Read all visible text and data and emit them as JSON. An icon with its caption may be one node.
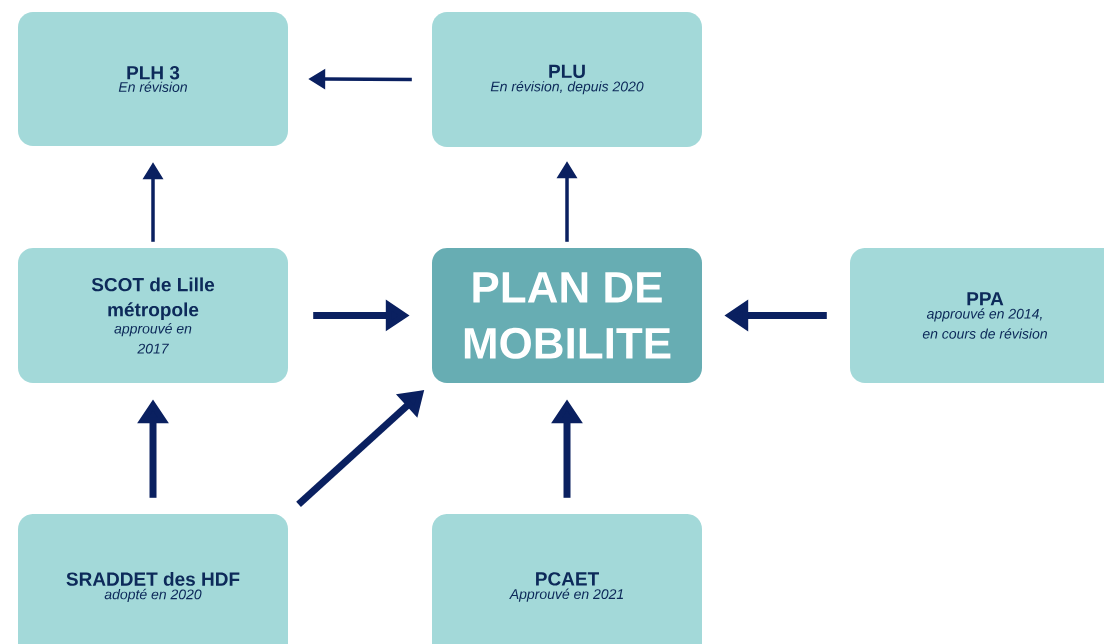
{
  "diagram": {
    "nodes": [
      {
        "text": [
          "PLH 3",
          "En révision"
        ]
      },
      {
        "text": [
          "PLU",
          "En révision, depuis 2020"
        ]
      },
      {
        "text": [
          "SCOT de Lille métropole",
          "approuvé en 2017"
        ]
      },
      {
        "text": [
          "PLAN DE MOBILITE"
        ]
      },
      {
        "text": [
          "PPA",
          "approuvé en 2014, en cours de révision"
        ]
      },
      {
        "text": [
          "SRADDET des HDF",
          "adopté en 2020"
        ]
      },
      {
        "text": [
          "PCAET",
          "Approuvé en 2021"
        ]
      }
    ],
    "edges": [
      {
        "from": 1,
        "to": 0,
        "arrow": "to"
      },
      {
        "from": 2,
        "to": 0,
        "arrow": "to"
      },
      {
        "from": 3,
        "to": 1,
        "arrow": "to"
      },
      {
        "from": 2,
        "to": 3,
        "arrow": "to"
      },
      {
        "from": 4,
        "to": 3,
        "arrow": "to"
      },
      {
        "from": 5,
        "to": 2,
        "arrow": "to"
      },
      {
        "from": 5,
        "to": 3,
        "arrow": "to"
      },
      {
        "from": 6,
        "to": 3,
        "arrow": "to"
      }
    ]
  }
}
